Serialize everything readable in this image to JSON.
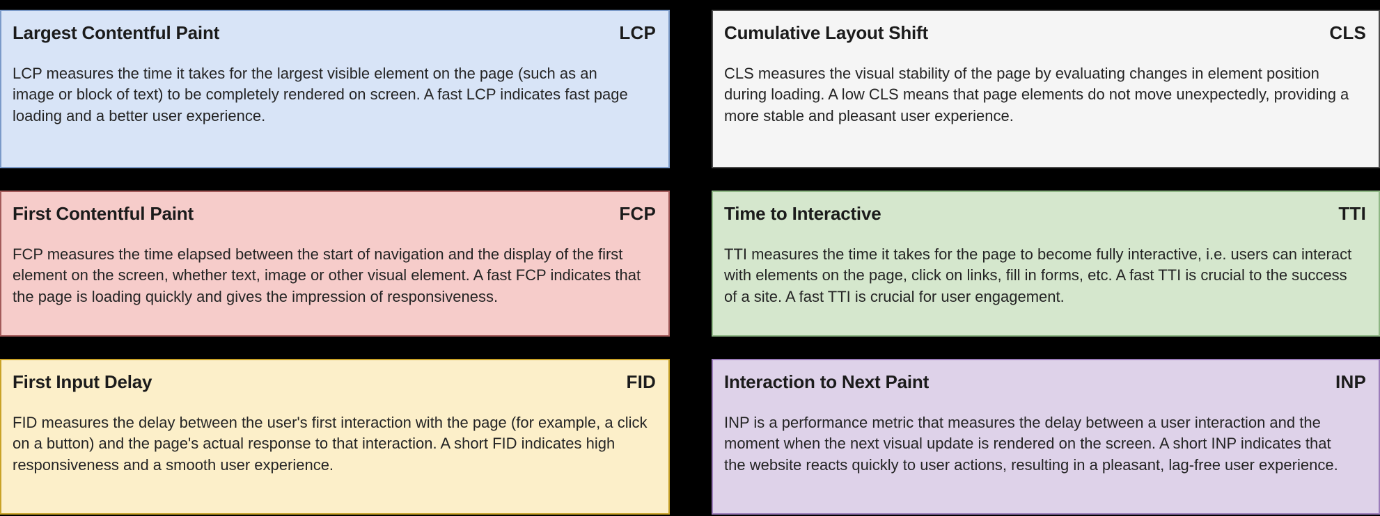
{
  "page": {
    "background_color": "#000000",
    "layout": "two-column-three-row-grid"
  },
  "cards": [
    {
      "id": "lcp",
      "title": "Largest Contentful Paint",
      "abbr": "LCP",
      "description": "LCP measures the time it takes for the largest visible element on the page (such as an image or block of text) to be completely rendered on screen. A fast LCP indicates fast page loading and a better user experience.",
      "background_color": "#d8e4f7",
      "border_color": "#7b9ac9"
    },
    {
      "id": "cls",
      "title": "Cumulative Layout Shift",
      "abbr": "CLS",
      "description": "CLS measures the visual stability of the page by evaluating changes in element position during loading. A low CLS means that page elements do not move unexpectedly, providing a more stable and pleasant user experience.",
      "background_color": "#f5f5f5",
      "border_color": "#4a4a4a"
    },
    {
      "id": "fcp",
      "title": "First Contentful Paint",
      "abbr": "FCP",
      "description": "FCP measures the time elapsed between the start of navigation and the display of the first element on the screen, whether text, image or other visual element. A fast FCP indicates that the page is loading quickly and gives the impression of responsiveness.",
      "background_color": "#f6ccca",
      "border_color": "#a35a5a"
    },
    {
      "id": "tti",
      "title": "Time to Interactive",
      "abbr": "TTI",
      "description": "TTI measures the time it takes for the page to become fully interactive, i.e. users can interact with elements on the page, click on links, fill in forms, etc. A fast TTI is crucial to the success of a site. A fast TTI is crucial for user engagement.",
      "background_color": "#d5e7cd",
      "border_color": "#8fb785"
    },
    {
      "id": "fid",
      "title": "First Input Delay",
      "abbr": "FID",
      "description": "FID measures the delay between the user's first interaction with the page (for example, a click on a button) and the page's actual response to that interaction. A short FID indicates high responsiveness and a smooth user experience.",
      "background_color": "#fcefc9",
      "border_color": "#c9a227"
    },
    {
      "id": "inp",
      "title": "Interaction to Next Paint",
      "abbr": "INP",
      "description": "INP is a performance metric that measures the delay between a user interaction and the moment when the next visual update is rendered on the screen. A short INP indicates that the website reacts quickly to user actions, resulting in a pleasant, lag-free user experience.",
      "background_color": "#ded2e9",
      "border_color": "#9b7cba"
    }
  ]
}
